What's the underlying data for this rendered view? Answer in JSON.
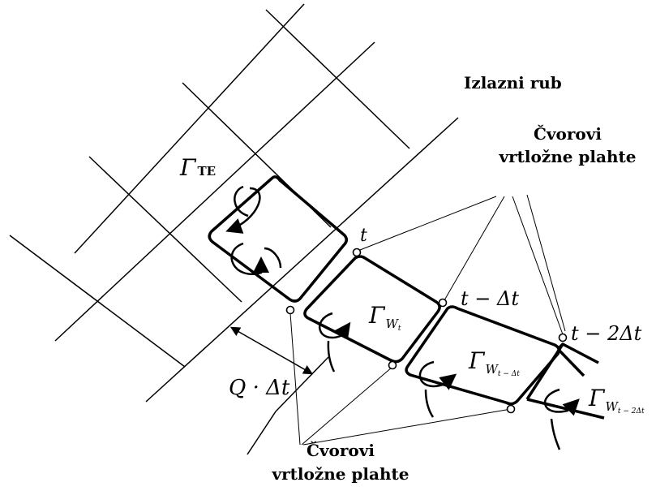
{
  "labels": {
    "trailing_edge": "Izlazni rub",
    "nodes_top_line1": "Čvorovi",
    "nodes_top_line2": "vrtložne plahte",
    "nodes_bottom_line1": "Čvorovi",
    "nodes_bottom_line2": "vrtložne plahte"
  },
  "math": {
    "gamma": "Γ",
    "gamma_te_sub": "TE",
    "w": "W",
    "sub_t": "t",
    "sub_t_dt": "t − Δt",
    "sub_t_2dt": "t − 2Δt",
    "time_t": "t",
    "time_t_dt": "t − Δt",
    "time_t_2dt": "t − 2Δt",
    "q_dt": "Q · Δt"
  }
}
